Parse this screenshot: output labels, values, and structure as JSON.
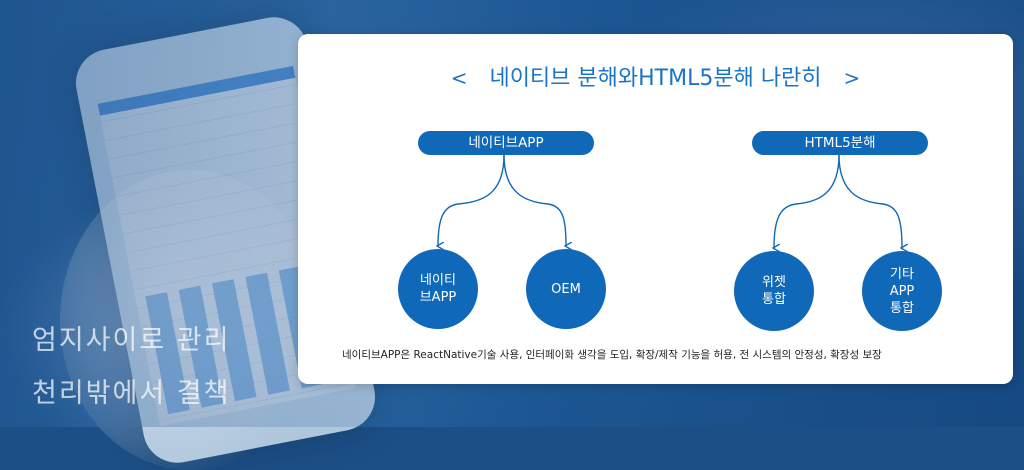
{
  "background": {
    "tagline_line1": "엄지사이로 관리",
    "tagline_line2": "천리밖에서 결책"
  },
  "card": {
    "title": "네이티브 분해와HTML5분해 나란히",
    "bracket_left": "<",
    "bracket_right": ">",
    "left_group": {
      "root": "네이티브APP",
      "children": [
        "네이티\n브APP",
        "OEM"
      ]
    },
    "right_group": {
      "root": "HTML5분해",
      "children": [
        "위젯\n통합",
        "기타\nAPP\n통합"
      ]
    },
    "note": "네이티브APP은 ReactNative기술 사용, 인터페이화 생각을 도입, 확장/제작 기능을 허용, 전 시스템의 안정성, 확장성 보장"
  },
  "colors": {
    "accent": "#1068b8",
    "title": "#1a74c9",
    "background": "#1c4f86"
  }
}
